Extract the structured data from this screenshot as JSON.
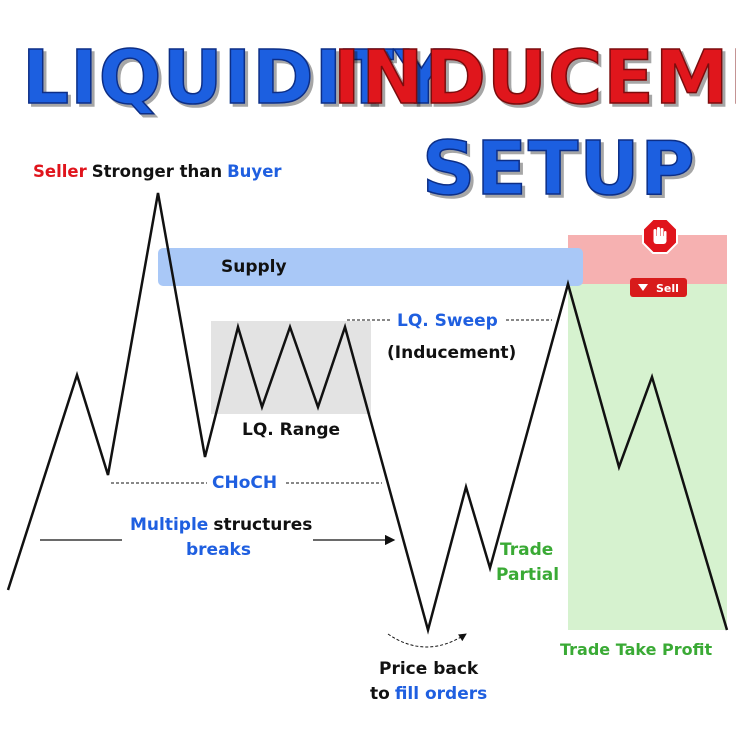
{
  "title": {
    "word1": "LIQUIDITY",
    "word2": "INDUCEMENT",
    "word3": "SETUP"
  },
  "labels": {
    "seller_strength": {
      "part1": "Seller",
      "part2": "Stronger than",
      "part3": "Buyer"
    },
    "supply": "Supply",
    "lq_sweep": "LQ. Sweep",
    "inducement": "(Inducement)",
    "lq_range": "LQ. Range",
    "choch": "CHoCH",
    "multiple_structures": {
      "part1": "Multiple",
      "part2": "structures",
      "part3": "breaks"
    },
    "trade_partial": {
      "line1": "Trade",
      "line2": "Partial"
    },
    "price_back": {
      "line1": "Price back",
      "line2_a": "to",
      "line2_b": "fill orders"
    },
    "trade_take_profit": "Trade Take Profit",
    "sell_badge": "Sell"
  },
  "icons": {
    "stop": "stop-hand-icon",
    "sell": "sell-down-arrow-icon"
  },
  "colors": {
    "title_blue": "#1f5fe0",
    "title_red": "#e0141c",
    "label_blue": "#1f5fe0",
    "label_red": "#e0141c",
    "label_green": "#3aaa35",
    "supply_zone": "#a9c8f7",
    "stop_zone": "#f6b1b1",
    "profit_zone": "#d6f2cf",
    "range_zone": "#e3e3e3",
    "price_line": "#111111"
  }
}
